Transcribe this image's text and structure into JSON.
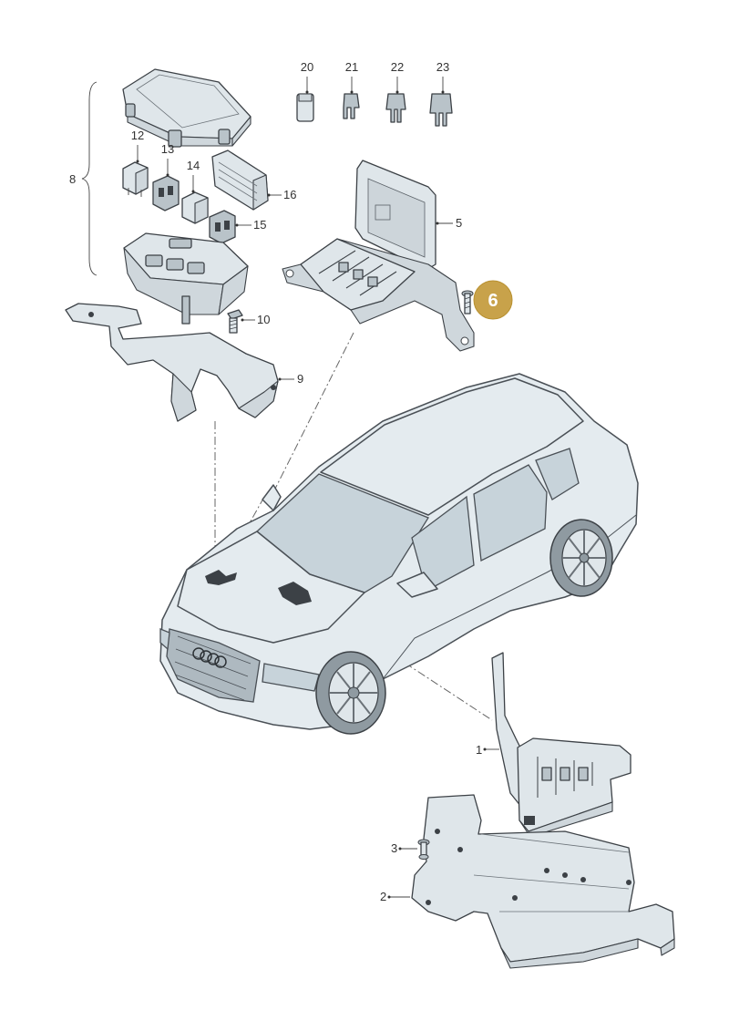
{
  "callouts": {
    "c1": "1",
    "c2": "2",
    "c3": "3",
    "c5": "5",
    "c8": "8",
    "c9": "9",
    "c10": "10",
    "c12": "12",
    "c13": "13",
    "c14": "14",
    "c15": "15",
    "c16": "16",
    "c20": "20",
    "c21": "21",
    "c22": "22",
    "c23": "23"
  },
  "highlight": {
    "label": "6",
    "color": "#c8a24a"
  }
}
